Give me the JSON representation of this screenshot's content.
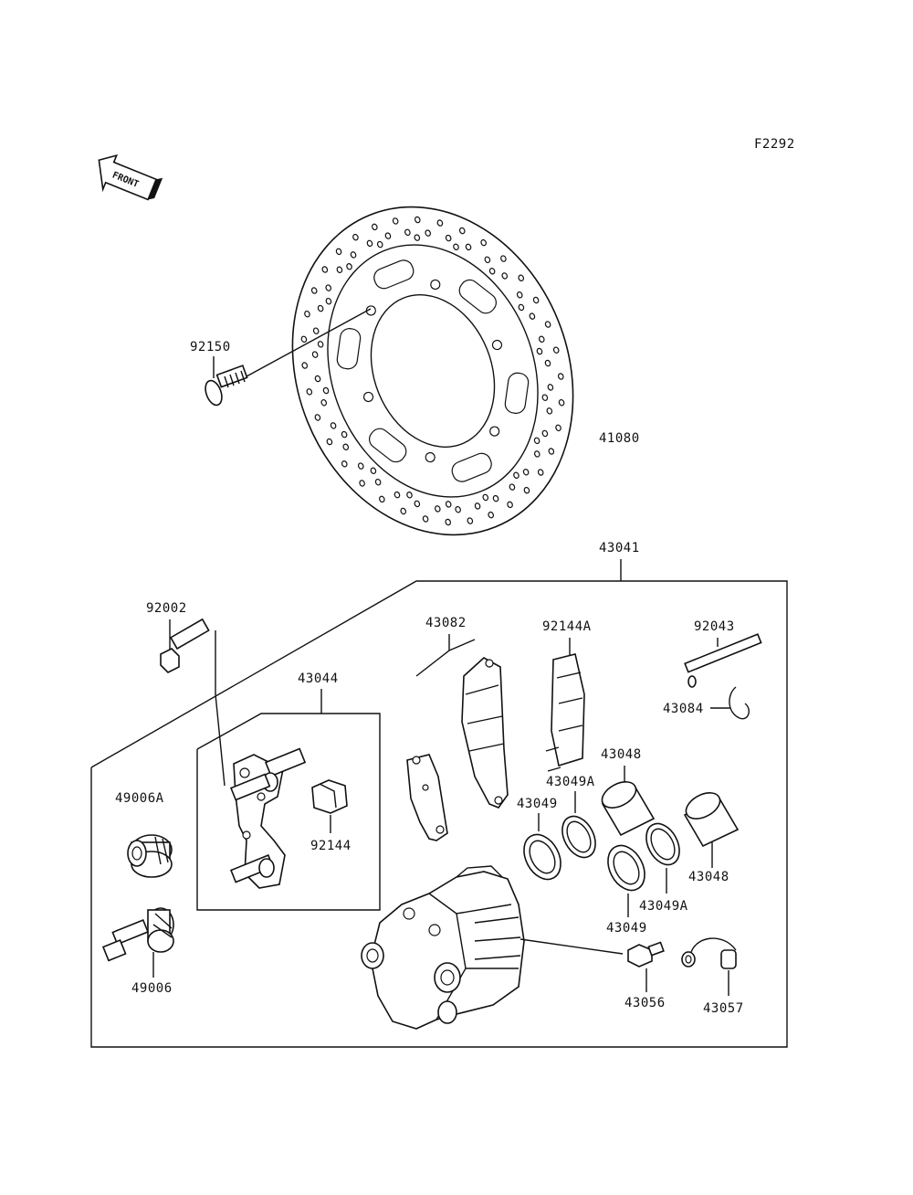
{
  "figure_code": "F2292",
  "front_arrow_text": "FRONT",
  "part_labels": {
    "p92150": "92150",
    "p41080": "41080",
    "p43041": "43041",
    "p92002": "92002",
    "p43082": "43082",
    "p92144A": "92144A",
    "p92043": "92043",
    "p43084": "43084",
    "p43044": "43044",
    "p43048a": "43048",
    "p43049Aa": "43049A",
    "p49006A": "49006A",
    "p43049a": "43049",
    "p92144": "92144",
    "p43048b": "43048",
    "p43049Ab": "43049A",
    "p43049b": "43049",
    "p49006": "49006",
    "p43056": "43056",
    "p43057": "43057"
  }
}
